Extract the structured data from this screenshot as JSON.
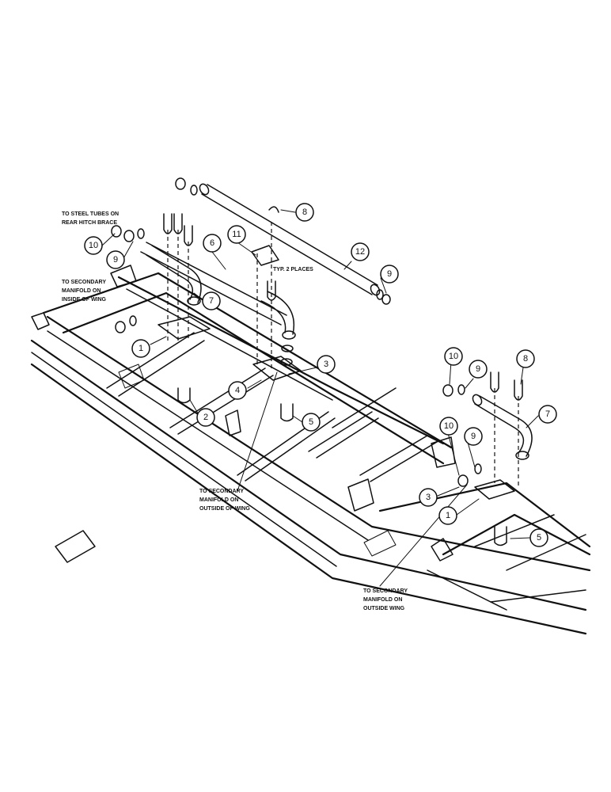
{
  "notes": {
    "steel_tubes": [
      "TO STEEL TUBES ON",
      "REAR HITCH BRACE"
    ],
    "manifold_inside": [
      "TO SECONDARY",
      "MANIFOLD ON",
      "INSIDE OF WING"
    ],
    "manifold_outside_mid": [
      "TO SECONDARY",
      "MANIFOLD ON",
      "OUTSIDE OF WING"
    ],
    "manifold_outside_right": [
      "TO SECONDARY",
      "MANIFOLD ON",
      "OUTSIDE WING"
    ],
    "typ_places": "TYP. 2 PLACES"
  },
  "callouts": {
    "c10a": "10",
    "c9a": "9",
    "c7a": "7",
    "c6": "6",
    "c11": "11",
    "c8a": "8",
    "c12": "12",
    "c9b": "9",
    "c1a": "1",
    "c3a": "3",
    "c4": "4",
    "c2": "2",
    "c5a": "5",
    "c10b": "10",
    "c9c": "9",
    "c8b": "8",
    "c7b": "7",
    "c10c": "10",
    "c9d": "9",
    "c3b": "3",
    "c1b": "1",
    "c5b": "5"
  }
}
